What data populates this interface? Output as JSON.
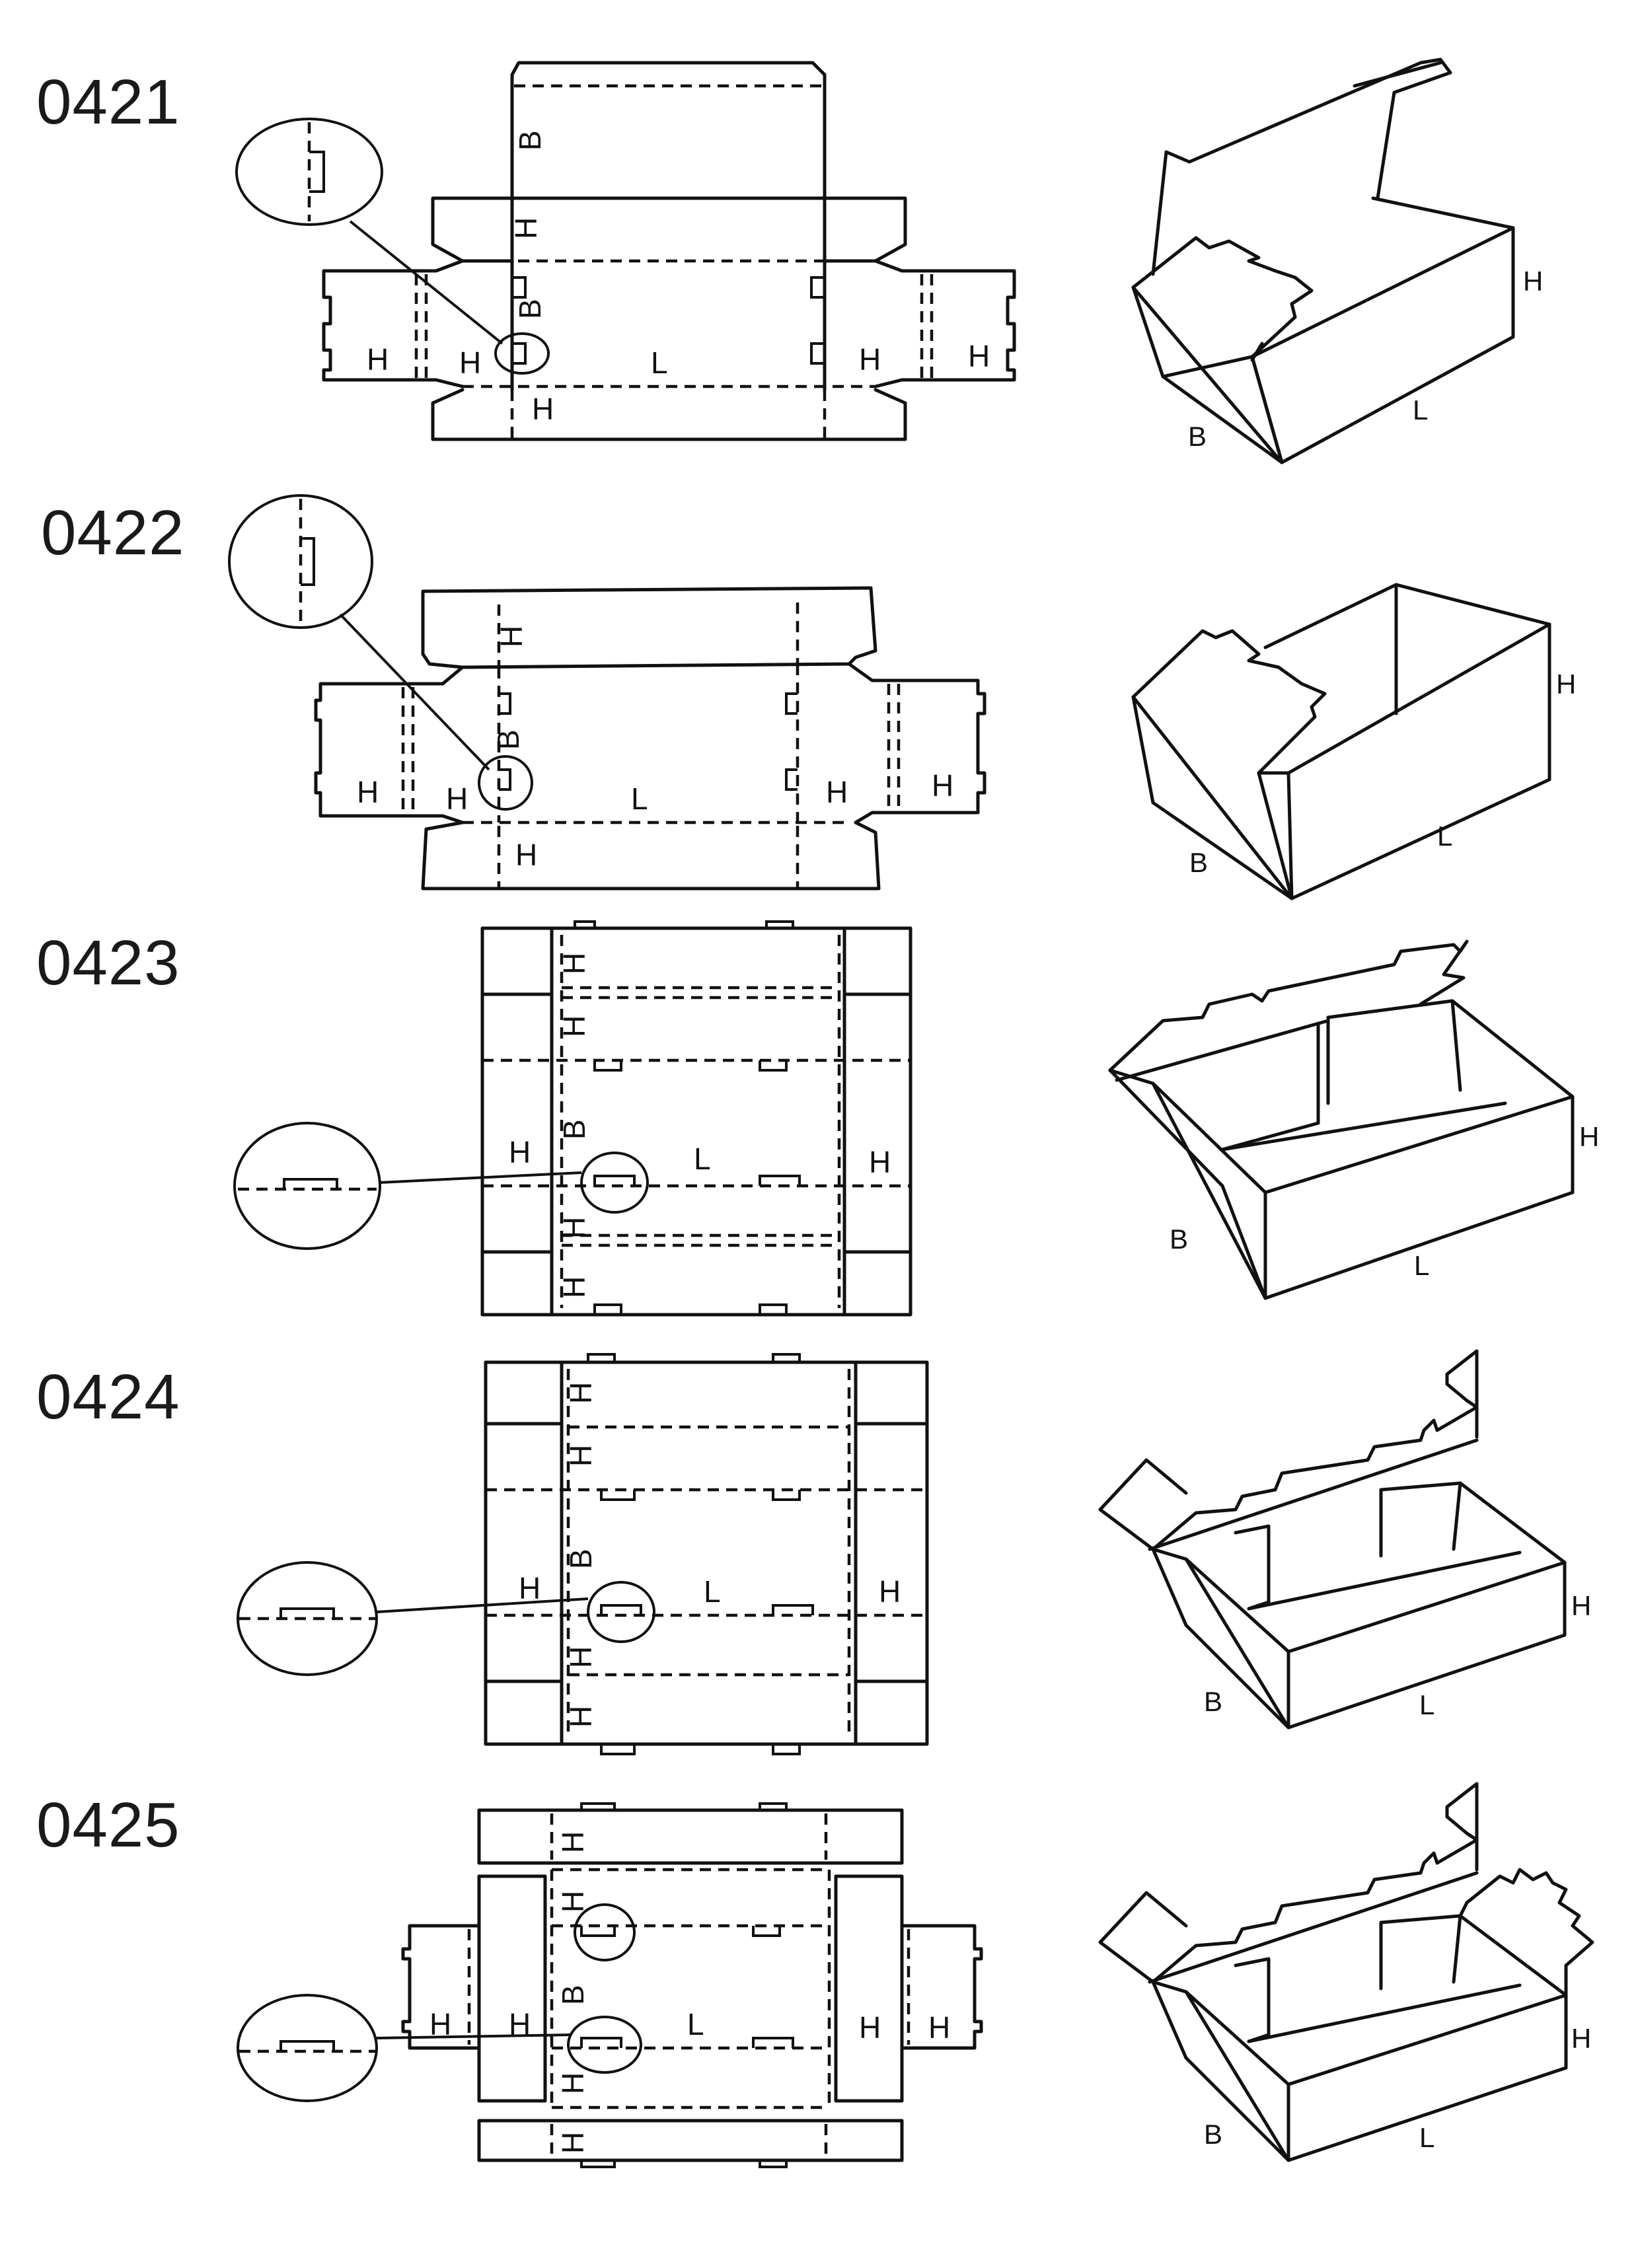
{
  "models": [
    {
      "code": "0421"
    },
    {
      "code": "0422"
    },
    {
      "code": "0423"
    },
    {
      "code": "0424"
    },
    {
      "code": "0425"
    }
  ],
  "dim_labels": {
    "height": "H",
    "width": "B",
    "length": "L"
  }
}
